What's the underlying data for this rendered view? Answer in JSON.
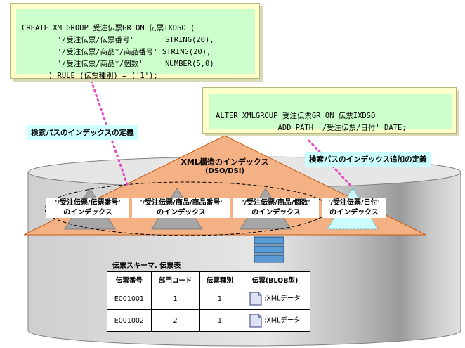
{
  "create_statement": {
    "lines": [
      "CREATE XMLGROUP 受注伝票GR ON 伝票IXDSO (",
      "        '/受注伝票/伝票番号'       STRING(20),",
      "        '/受注伝票/商品*/商品番号' STRING(20),",
      "        '/受注伝票/商品*/個数'     NUMBER(5,0)",
      "      ) RULE (伝票種別) = ('1');"
    ]
  },
  "alter_statement": {
    "lines": [
      "ALTER XMLGROUP 受注伝票GR ON 伝票IXDSO",
      "              ADD PATH '/受注伝票/日付' DATE;"
    ]
  },
  "callouts": {
    "left": "検索パスのインデックスの定義",
    "right": "検索パスのインデックス追加の定義"
  },
  "structure_index": {
    "line1": "XML構造のインデックス",
    "line2": "(DSO/DSI)"
  },
  "path_indexes": [
    {
      "path": "'/受注伝票/伝票番号'",
      "suffix": "のインデックス"
    },
    {
      "path": "'/受注伝票/商品/商品番号'",
      "suffix": "のインデックス"
    },
    {
      "path": "'/受注伝票/商品/個数'",
      "suffix": "のインデックス"
    },
    {
      "path": "'/受注伝票/日付'",
      "suffix": "のインデックス"
    }
  ],
  "table": {
    "caption": "伝票スキーマ. 伝票表",
    "headers": [
      "伝票番号",
      "部門コード",
      "伝票種別",
      "伝票(BLOB型)"
    ],
    "rows": [
      {
        "id": "E001001",
        "dept": "1",
        "type": "1",
        "blob": ":XMLデータ"
      },
      {
        "id": "E001002",
        "dept": "2",
        "type": "1",
        "blob": ":XMLデータ"
      }
    ]
  },
  "colors": {
    "cylinder": "#d9d9d9",
    "cylinder_dark": "#a6a6a6",
    "triangle": "#f4b183",
    "index_triangle": "#a6a6a6",
    "added_triangle": "#ccffff",
    "code_outer": "#ffffcc",
    "code_inner": "#ccffcc",
    "callout": "#ccffff",
    "connector": "#e04fbf"
  }
}
